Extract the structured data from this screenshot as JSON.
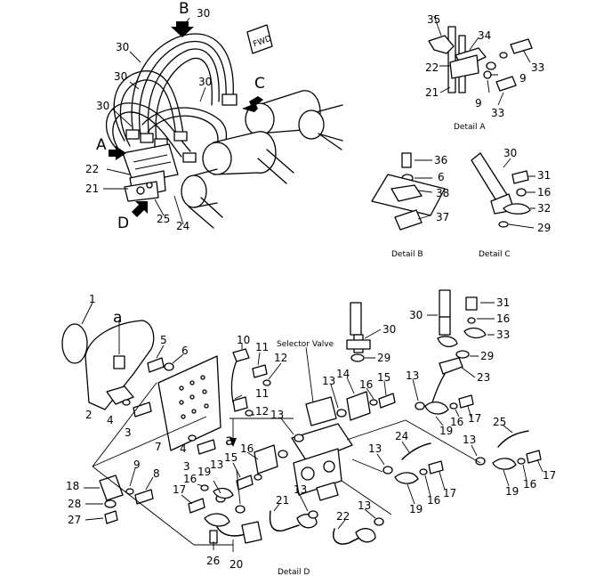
{
  "callouts": {
    "n35": "35",
    "n34": "34",
    "n33a": "33",
    "n22a": "22",
    "n9a": "9",
    "n9b": "9",
    "n21a": "21",
    "n33b": "33",
    "n30tl1": "30",
    "n30tl2": "30",
    "n30tl3": "30",
    "n30tl4": "30",
    "n22b": "22",
    "n21b": "21",
    "n25a": "25",
    "n24a": "24",
    "n36": "36",
    "n6a": "6",
    "n38": "38",
    "n37": "37",
    "n30c": "30",
    "n31a": "31",
    "n16c": "16",
    "n32": "32",
    "n29c": "29",
    "d1": "1",
    "d5": "5",
    "d6": "6",
    "d2": "2",
    "d4a": "4",
    "d3a": "3",
    "d7": "7",
    "d4b": "4",
    "d3b": "3",
    "d9": "9",
    "d8": "8",
    "d18": "18",
    "d28": "28",
    "d27": "27",
    "d10": "10",
    "d11a": "11",
    "d12a": "12",
    "d11b": "11",
    "d12b": "12",
    "d30a": "30",
    "d29a": "29",
    "d14": "14",
    "d16a": "16",
    "d15a": "15",
    "d13a": "13",
    "d13b": "13",
    "d13c": "13",
    "d13d": "13",
    "d13e": "13",
    "d13f": "13",
    "d13g": "13",
    "d13h": "13",
    "d30b": "30",
    "d31": "31",
    "d16b": "16",
    "d33": "33",
    "d29b": "29",
    "d23": "23",
    "d16c": "16",
    "d17a": "17",
    "d19a": "19",
    "d25": "25",
    "d19b": "19",
    "d16d": "16",
    "d17b": "17",
    "d24": "24",
    "d19c": "19",
    "d16e": "16",
    "d17c": "17",
    "d16f": "16",
    "d15b": "15",
    "d19d": "19",
    "d16g": "16",
    "d17d": "17",
    "d21": "21",
    "d22": "22",
    "d26": "26",
    "d20": "20"
  },
  "letters": {
    "a_top": "a",
    "a_bottom": "a",
    "A": "A",
    "B": "B",
    "C": "C",
    "D": "D",
    "fwd": "FWD"
  },
  "captions": {
    "detail_a": "Detail  A",
    "detail_b": "Detail  B",
    "detail_c": "Detail  C",
    "detail_d": "Detail  D",
    "selector_valve": "Selector  Valve"
  }
}
